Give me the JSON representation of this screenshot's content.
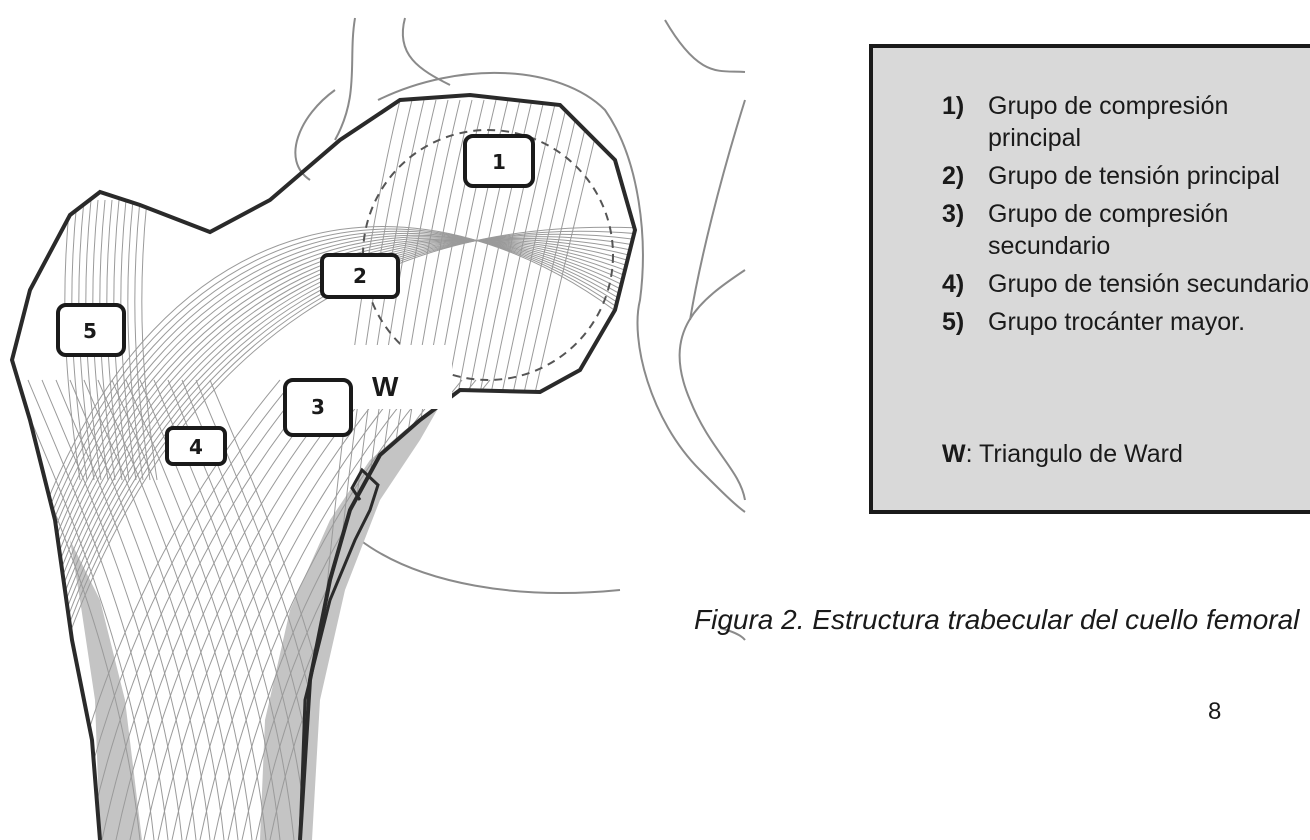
{
  "figure": {
    "callouts": [
      "1",
      "2",
      "3",
      "4",
      "5"
    ],
    "ward_label": "W"
  },
  "legend": {
    "items": [
      {
        "num": "1)",
        "text": "Grupo de compresión principal"
      },
      {
        "num": "2)",
        "text": "Grupo de tensión principal"
      },
      {
        "num": "3)",
        "text": "Grupo de compresión secundario"
      },
      {
        "num": "4)",
        "text": "Grupo de tensión secundario"
      },
      {
        "num": "5)",
        "text": "Grupo trocánter mayor."
      }
    ],
    "w_key": "W",
    "w_text": ": Triangulo de Ward"
  },
  "caption": "Figura 2. Estructura trabecular del cuello femoral",
  "page_number": "8",
  "colors": {
    "legend_bg": "#d9d9d9",
    "outline": "#2a2a2a",
    "trabecular_lines": "#9a9a9a",
    "cortex_fill": "#bfbfbf"
  }
}
